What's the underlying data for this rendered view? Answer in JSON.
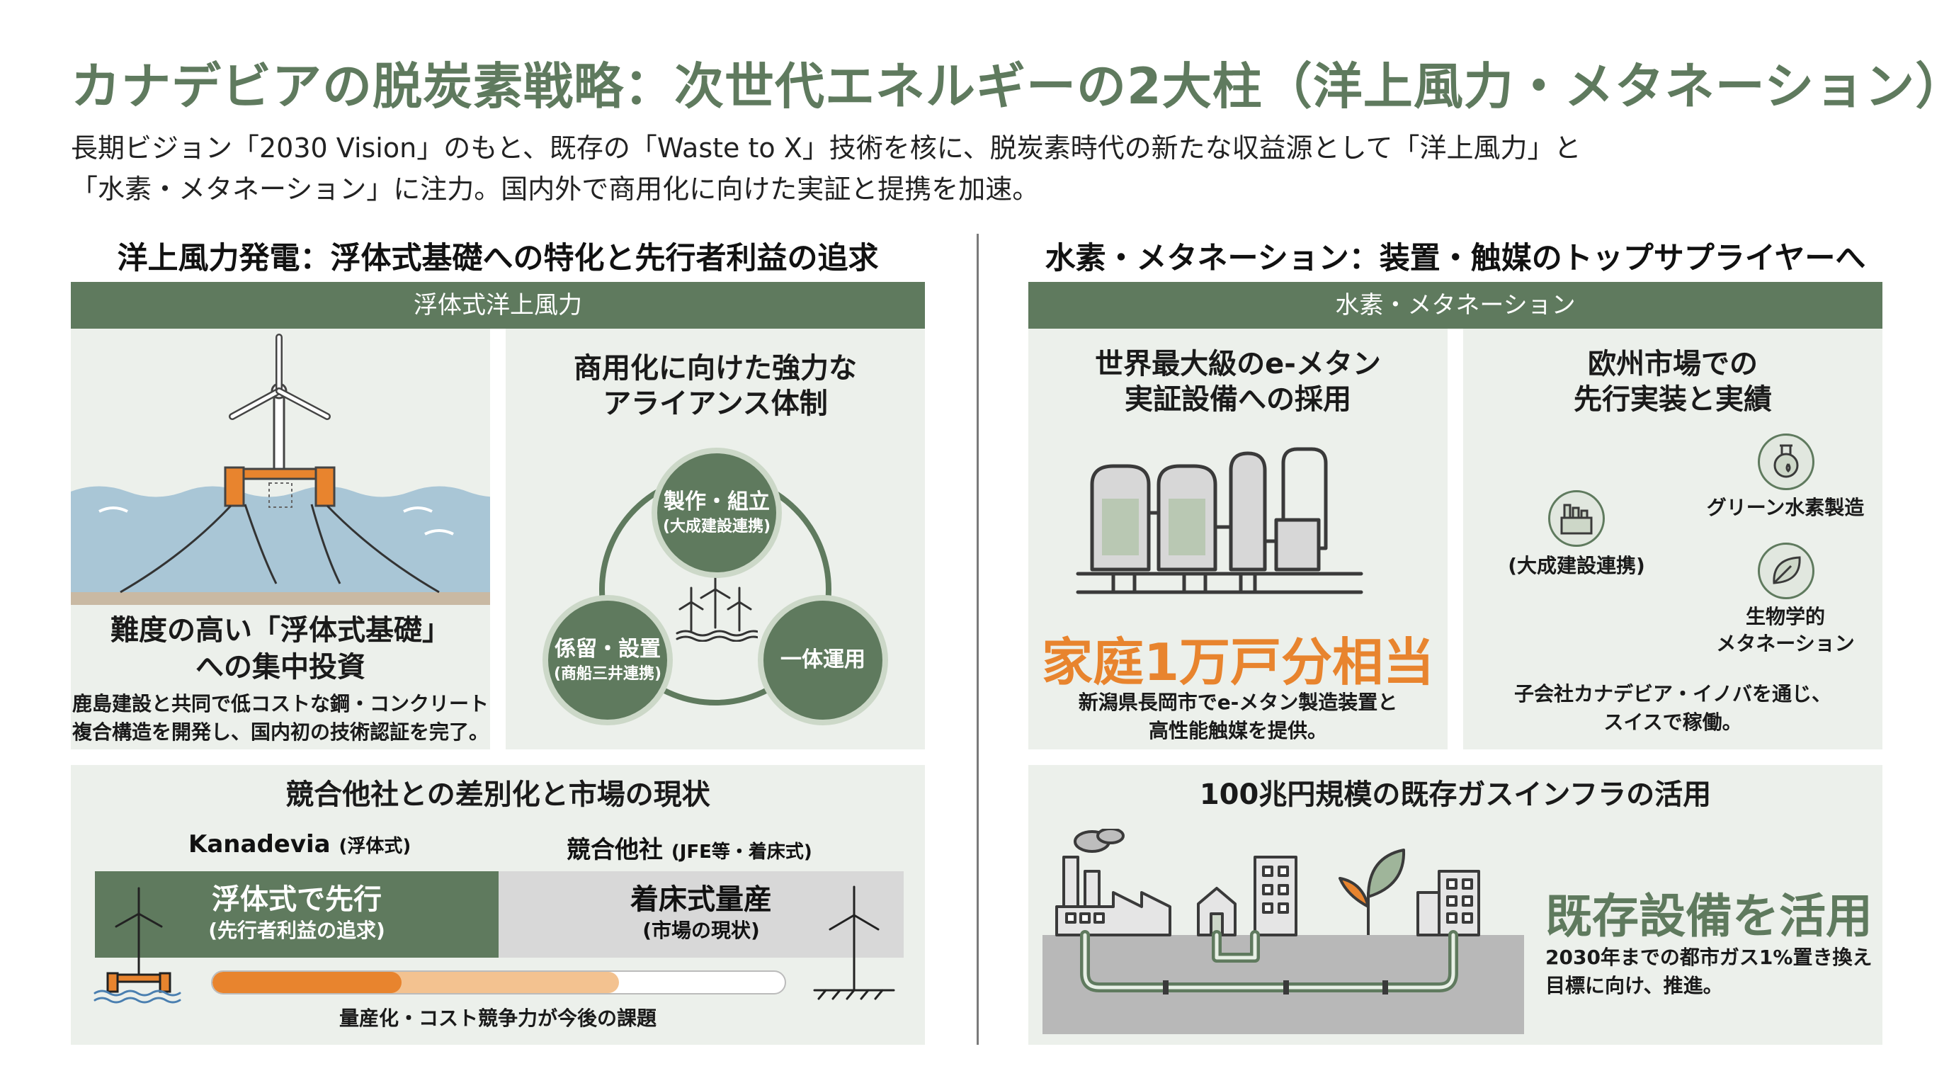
{
  "title": "カナデビアの脱炭素戦略：次世代エネルギーの2大柱（洋上風力・メタネーション）",
  "intro": {
    "line1": "長期ビジョン「2030 Vision」のもと、既存の「Waste to X」技術を核に、脱炭素時代の新たな収益源として「洋上風力」と",
    "line2": "「水素・メタネーション」に注力。国内外で商用化に向けた実証と提携を加速。"
  },
  "left": {
    "heading": "洋上風力発電：浮体式基礎への特化と先行者利益の追求",
    "bar": "浮体式洋上風力",
    "offshore": {
      "title_line1": "難度の高い「浮体式基礎」",
      "title_line2": "への集中投資",
      "text_line1": "鹿島建設と共同で低コストな鋼・コンクリート",
      "text_line2": "複合構造を開発し、国内初の技術認証を完了。"
    },
    "alliance": {
      "title_line1": "商用化に向けた強力な",
      "title_line2": "アライアンス体制",
      "circle1_big": "製作・組立",
      "circle1_small": "(大成建設連携)",
      "circle2_big": "係留・設置",
      "circle2_small": "(商船三井連携)",
      "circle3_big": "一体運用"
    },
    "competition": {
      "title": "競合他社との差別化と市場の現状",
      "kanadevia_name": "Kanadevia",
      "kanadevia_paren": "(浮体式)",
      "competitor_name": "競合他社",
      "competitor_paren": "(JFE等・着床式)",
      "floating_big": "浮体式で先行",
      "floating_small": "(先行者利益の追求)",
      "fixed_big": "着床式量産",
      "fixed_small": "(市場の現状)",
      "progress_dark": 0.33,
      "progress_light": 0.71,
      "caption": "量産化・コスト競争力が今後の課題"
    }
  },
  "right": {
    "heading": "水素・メタネーション：装置・触媒のトップサプライヤーへ",
    "bar": "水素・メタネーション",
    "emethane": {
      "title_line1": "世界最大級のe-メタン",
      "title_line2": "実証設備への採用",
      "highlight": "家庭1万戸分相当",
      "text_line1": "新潟県長岡市でe-メタン製造装置と",
      "text_line2": "高性能触媒を提供。"
    },
    "europe": {
      "title_line1": "欧州市場での",
      "title_line2": "先行実装と実績",
      "feature1": "(大成建設連携)",
      "feature2": "グリーン水素製造",
      "feature3_line1": "生物学的",
      "feature3_line2": "メタネーション",
      "text_line1": "子会社カナデビア・イノバを通じ、",
      "text_line2": "スイスで稼働。"
    },
    "infra": {
      "title": "100兆円規模の既存ガスインフラの活用",
      "highlight": "既存設備を活用",
      "text_line1": "2030年までの都市ガス1%置き換え",
      "text_line2": "目標に向け、推進。"
    }
  },
  "colors": {
    "accent_green": "#5f7a5e",
    "accent_orange": "#e8842e",
    "panel_bg": "#ecf0eb"
  },
  "icons": [
    "wind-turbine-icon",
    "factory-icon",
    "flask-icon",
    "leaf-icon",
    "building-icon",
    "house-icon",
    "pipeline-icon"
  ]
}
